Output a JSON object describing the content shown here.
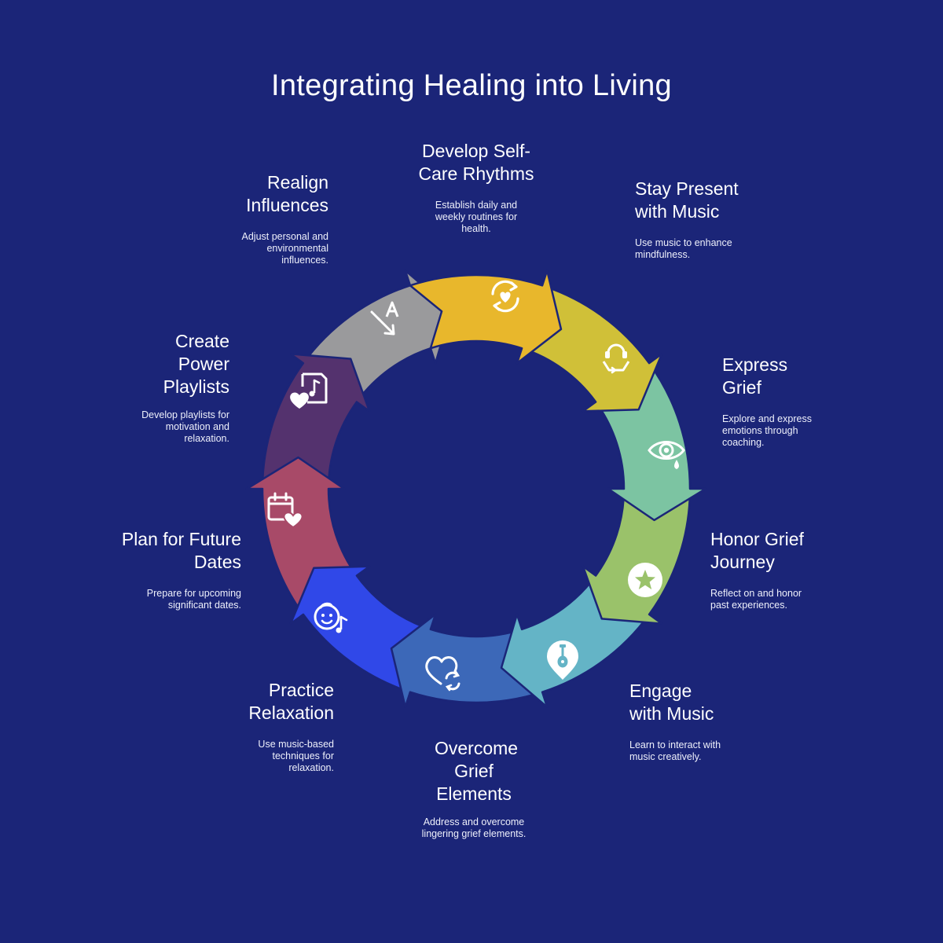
{
  "title": "Integrating Healing into Living",
  "steps": [
    {
      "head": "Develop Self-Care Rhythms",
      "desc": "Establish daily and weekly routines for health.",
      "icon": "heart-refresh-icon",
      "color": "#e8b72c"
    },
    {
      "head": "Stay Present with Music",
      "desc": "Use music to enhance mindfulness.",
      "icon": "headphones-recycle-icon",
      "color": "#d0c038"
    },
    {
      "head": "Express Grief",
      "desc": "Explore and express emotions through coaching.",
      "icon": "eye-tear-icon",
      "color": "#7cc4a2"
    },
    {
      "head": "Honor Grief Journey",
      "desc": "Reflect on and honor past experiences.",
      "icon": "star-badge-icon",
      "color": "#9ac26a"
    },
    {
      "head": "Engage with Music",
      "desc": "Learn to interact with music creatively.",
      "icon": "guitar-pin-icon",
      "color": "#64b4c6"
    },
    {
      "head": "Overcome Grief Elements",
      "desc": "Address and overcome lingering grief elements.",
      "icon": "heart-sync-icon",
      "color": "#3c68b8"
    },
    {
      "head": "Practice Relaxation",
      "desc": "Use music-based techniques for relaxation.",
      "icon": "baby-music-icon",
      "color": "#3048e8"
    },
    {
      "head": "Plan for Future Dates",
      "desc": "Prepare for upcoming significant dates.",
      "icon": "calendar-heart-icon",
      "color": "#a84a68"
    },
    {
      "head": "Create Power Playlists",
      "desc": "Develop playlists for motivation and relaxation.",
      "icon": "music-heart-icon",
      "color": "#54326e"
    },
    {
      "head": "Realign Influences",
      "desc": "Adjust personal and environmental influences.",
      "icon": "text-sort-icon",
      "color": "#9a9a9c"
    }
  ]
}
